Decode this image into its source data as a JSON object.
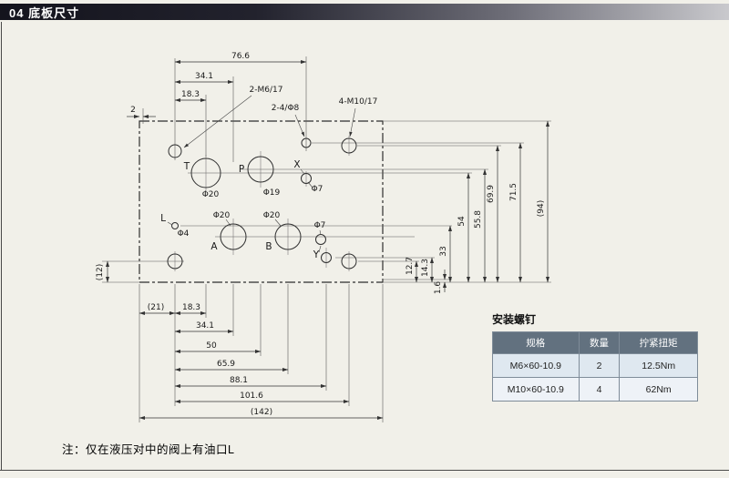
{
  "header": {
    "title": "04 底板尺寸"
  },
  "drawing": {
    "callouts": {
      "m6": "2-M6/17",
      "phi8": "2-4/Φ8",
      "m10": "4-M10/17"
    },
    "dims": {
      "top_76_6": "76.6",
      "top_34_1": "34.1",
      "top_18_3": "18.3",
      "top_2": "2",
      "right_12_7": "12.7",
      "right_14_3": "14.3",
      "right_33": "33",
      "right_54": "54",
      "right_55_8": "55.8",
      "right_69_9": "69.9",
      "right_71_5": "71.5",
      "right_94": "(94)",
      "right_1_6": "1.6",
      "left_12": "(12)",
      "left_21": "(21)",
      "bottom_18_3": "18.3",
      "bottom_34_1": "34.1",
      "bottom_50": "50",
      "bottom_65_9": "65.9",
      "bottom_88_1": "88.1",
      "bottom_101_6": "101.6",
      "bottom_142": "(142)"
    },
    "ports": {
      "t": {
        "label": "T",
        "dia": "Φ20"
      },
      "p": {
        "label": "P",
        "dia": "Φ19"
      },
      "x": {
        "label": "X",
        "dia": "Φ7"
      },
      "l": {
        "label": "L",
        "dia": "Φ4"
      },
      "a": {
        "label": "A",
        "dia": "Φ20"
      },
      "b": {
        "label": "B",
        "dia": "Φ20"
      },
      "y": {
        "label": "Y",
        "dia": "Φ7"
      }
    }
  },
  "table": {
    "title": "安装螺钉",
    "headers": [
      "规格",
      "数量",
      "拧紧扭矩"
    ],
    "rows": [
      [
        "M6×60-10.9",
        "2",
        "12.5Nm"
      ],
      [
        "M10×60-10.9",
        "4",
        "62Nm"
      ]
    ]
  },
  "note": "注：仅在液压对中的阀上有油口L"
}
